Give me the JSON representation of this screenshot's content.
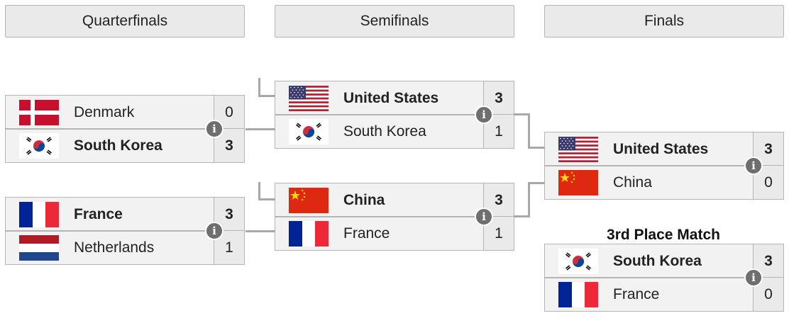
{
  "headers": [
    "Quarterfinals",
    "Semifinals",
    "Finals"
  ],
  "third_place_title": "3rd Place Match",
  "colors": {
    "header_bg": "#eaeaea",
    "border": "#b4b4b4",
    "info_icon": "#6e6e6e"
  },
  "matches": {
    "qf1": {
      "top": {
        "team": "Denmark",
        "score": "0",
        "flag": "denmark-flag"
      },
      "bottom": {
        "team": "South Korea",
        "score": "3",
        "flag": "south-korea-flag"
      }
    },
    "qf2": {
      "top": {
        "team": "France",
        "score": "3",
        "flag": "france-flag"
      },
      "bottom": {
        "team": "Netherlands",
        "score": "1",
        "flag": "netherlands-flag"
      }
    },
    "sf1": {
      "top": {
        "team": "United States",
        "score": "3",
        "flag": "united-states-flag"
      },
      "bottom": {
        "team": "South Korea",
        "score": "1",
        "flag": "south-korea-flag"
      }
    },
    "sf2": {
      "top": {
        "team": "China",
        "score": "3",
        "flag": "china-flag"
      },
      "bottom": {
        "team": "France",
        "score": "1",
        "flag": "france-flag"
      }
    },
    "final": {
      "top": {
        "team": "United States",
        "score": "3",
        "flag": "united-states-flag"
      },
      "bottom": {
        "team": "China",
        "score": "0",
        "flag": "china-flag"
      }
    },
    "third": {
      "top": {
        "team": "South Korea",
        "score": "3",
        "flag": "south-korea-flag"
      },
      "bottom": {
        "team": "France",
        "score": "0",
        "flag": "france-flag"
      }
    }
  }
}
